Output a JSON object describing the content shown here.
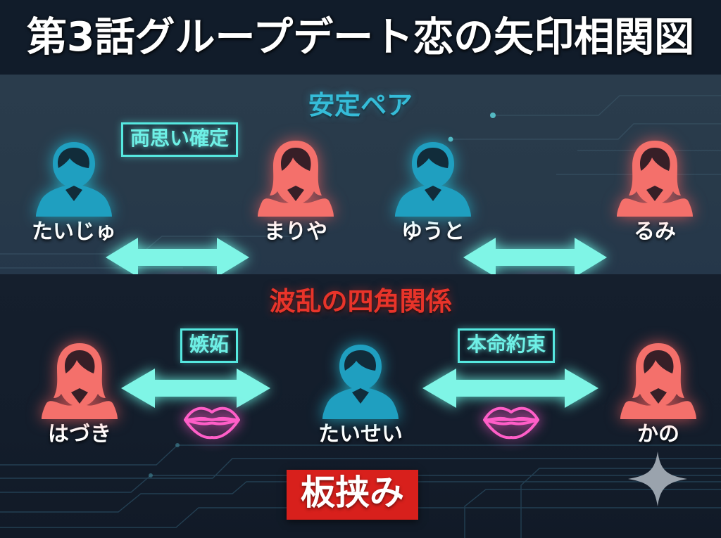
{
  "title": "第3話グループデート恋の矢印相関図",
  "colors": {
    "title_bar_bg": "#111c2a",
    "panel_top_bg": "#283a4a",
    "panel_bottom_bg": "#131d2b",
    "male_avatar": "#1f9fc0",
    "female_avatar": "#f4706b",
    "arrow_cyan": "#7ff5e6",
    "tag_border": "#56e8e0",
    "tag_text": "#6ef0e6",
    "lips_pink": "#ff5ec8",
    "stable_heading": "#35bcd8",
    "square_heading": "#e8342a",
    "badge_red": "#d8201c",
    "name_text": "#ffffff",
    "sparkle_gray": "#9aa3ad"
  },
  "sections": [
    {
      "id": "stable-pair",
      "heading": "安定ペア",
      "people": [
        {
          "name": "たいじゅ",
          "gender": "male"
        },
        {
          "name": "まりや",
          "gender": "female"
        },
        {
          "name": "ゆうと",
          "gender": "male"
        },
        {
          "name": "るみ",
          "gender": "female"
        }
      ],
      "relations": [
        {
          "from": "たいじゅ",
          "to": "まりや",
          "label": "両思い確定",
          "arrow": "double",
          "kiss": true
        },
        {
          "from": "ゆうと",
          "to": "るみ",
          "label": "",
          "arrow": "double",
          "kiss": true
        }
      ]
    },
    {
      "id": "love-square",
      "heading": "波乱の四角関係",
      "people": [
        {
          "name": "はづき",
          "gender": "female"
        },
        {
          "name": "たいせい",
          "gender": "male"
        },
        {
          "name": "かの",
          "gender": "female"
        }
      ],
      "relations": [
        {
          "from": "はづき",
          "to": "たいせい",
          "label": "嫉妬",
          "arrow": "double",
          "kiss": true
        },
        {
          "from": "たいせい",
          "to": "かの",
          "label": "本命約束",
          "arrow": "double",
          "kiss": true
        }
      ],
      "badge": "板挟み"
    }
  ],
  "icons": {
    "male_avatar": "male-avatar-icon",
    "female_avatar": "female-avatar-icon",
    "kiss": "lips-icon",
    "arrow": "double-arrow-icon",
    "sparkle": "sparkle-icon"
  }
}
